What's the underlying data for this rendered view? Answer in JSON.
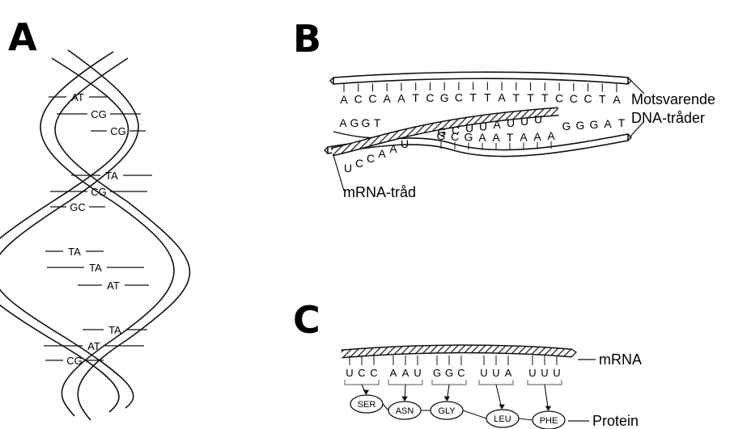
{
  "panels": {
    "a": {
      "letter": "A",
      "base_pairs": [
        "AT",
        "CG",
        "CG",
        "TA",
        "CG",
        "GC",
        "TA",
        "TA",
        "AT",
        "TA",
        "AT",
        "CG"
      ]
    },
    "b": {
      "letter": "B",
      "top_strand": [
        "A",
        "C",
        "C",
        "A",
        "A",
        "T",
        "C",
        "G",
        "C",
        "T",
        "T",
        "A",
        "T",
        "T",
        "T",
        "C",
        "C",
        "C",
        "T",
        "A"
      ],
      "lower_strand_left": [
        "A",
        "G",
        "G",
        "T"
      ],
      "lower_strand_mid": [
        "G",
        "C",
        "G",
        "A",
        "A",
        "T",
        "A",
        "A",
        "A"
      ],
      "lower_strand_right": [
        "G",
        "G",
        "G",
        "A",
        "T"
      ],
      "mrna_sloped": [
        "U",
        "C",
        "C",
        "A",
        "A",
        "U"
      ],
      "mrna_upper": [
        "G",
        "C",
        "U",
        "U",
        "A",
        "U",
        "U",
        "U"
      ],
      "label_dna": "Motsvarende DNA-tråder",
      "label_mrna": "mRNA-tråd"
    },
    "c": {
      "letter": "C",
      "codons": [
        {
          "bases": [
            "U",
            "C",
            "C"
          ],
          "amino": "SER"
        },
        {
          "bases": [
            "A",
            "A",
            "U"
          ],
          "amino": "ASN"
        },
        {
          "bases": [
            "G",
            "G",
            "C"
          ],
          "amino": "GLY"
        },
        {
          "bases": [
            "U",
            "U",
            "A"
          ],
          "amino": "LEU"
        },
        {
          "bases": [
            "U",
            "U",
            "U"
          ],
          "amino": "PHE"
        }
      ],
      "label_mrna": "mRNA",
      "label_protein": "Protein"
    }
  }
}
